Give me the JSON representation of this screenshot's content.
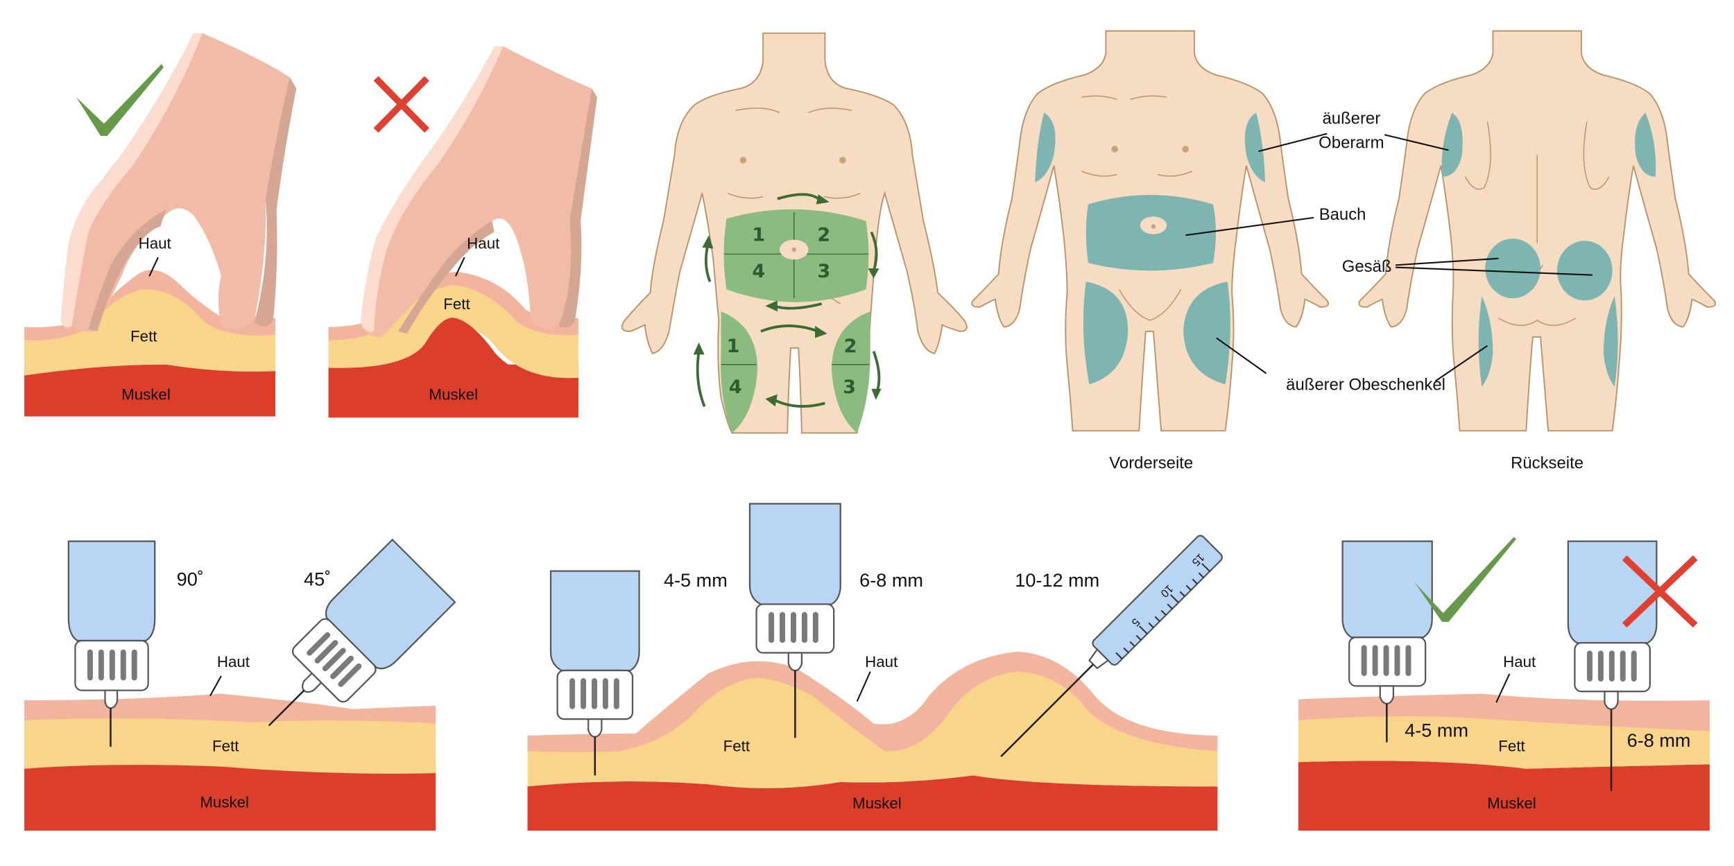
{
  "colors": {
    "skin_layer": "#f2b49c",
    "fat_layer": "#f9d58c",
    "muscle_layer": "#db3f2b",
    "hand_light": "#fcdccf",
    "hand_mid": "#f1bba8",
    "hand_shadow": "#d6a694",
    "body_skin": "#f6dcc3",
    "rotation_zone": "#8cbb80",
    "rotation_arrow": "#3d6b35",
    "injection_site": "#7fb5b1",
    "pen_barrel": "#b8d6f4",
    "check_green": "#66994a",
    "cross_red": "#de4131"
  },
  "icons": {
    "correct": "checkmark-icon",
    "wrong": "cross-icon"
  },
  "panel_pinch": {
    "correct": {
      "haut": "Haut",
      "fett": "Fett",
      "muskel": "Muskel"
    },
    "wrong": {
      "haut": "Haut",
      "fett": "Fett",
      "muskel": "Muskel"
    }
  },
  "panel_rotation": {
    "abdomen_zones": [
      "1",
      "2",
      "3",
      "4"
    ],
    "thigh_left_zones": [
      "1",
      "4"
    ],
    "thigh_right_zones": [
      "2",
      "3"
    ]
  },
  "panel_sites": {
    "front_caption": "Vorderseite",
    "back_caption": "Rückseite",
    "labels": {
      "upper_arm_line1": "äußerer",
      "upper_arm_line2": "Oberarm",
      "abdomen": "Bauch",
      "buttocks": "Gesäß",
      "thigh": "äußerer Obeschenkel"
    }
  },
  "panel_angle": {
    "angle_90": "90˚",
    "angle_45": "45˚",
    "haut": "Haut",
    "fett": "Fett",
    "muskel": "Muskel"
  },
  "panel_needle_length": {
    "short": "4-5 mm",
    "medium": "6-8 mm",
    "long": "10-12 mm",
    "syringe_scale": [
      "5",
      "10",
      "15"
    ],
    "haut": "Haut",
    "fett": "Fett",
    "muskel": "Muskel"
  },
  "panel_recommended": {
    "short": "4-5 mm",
    "medium": "6-8 mm",
    "haut": "Haut",
    "fett": "Fett",
    "muskel": "Muskel"
  }
}
